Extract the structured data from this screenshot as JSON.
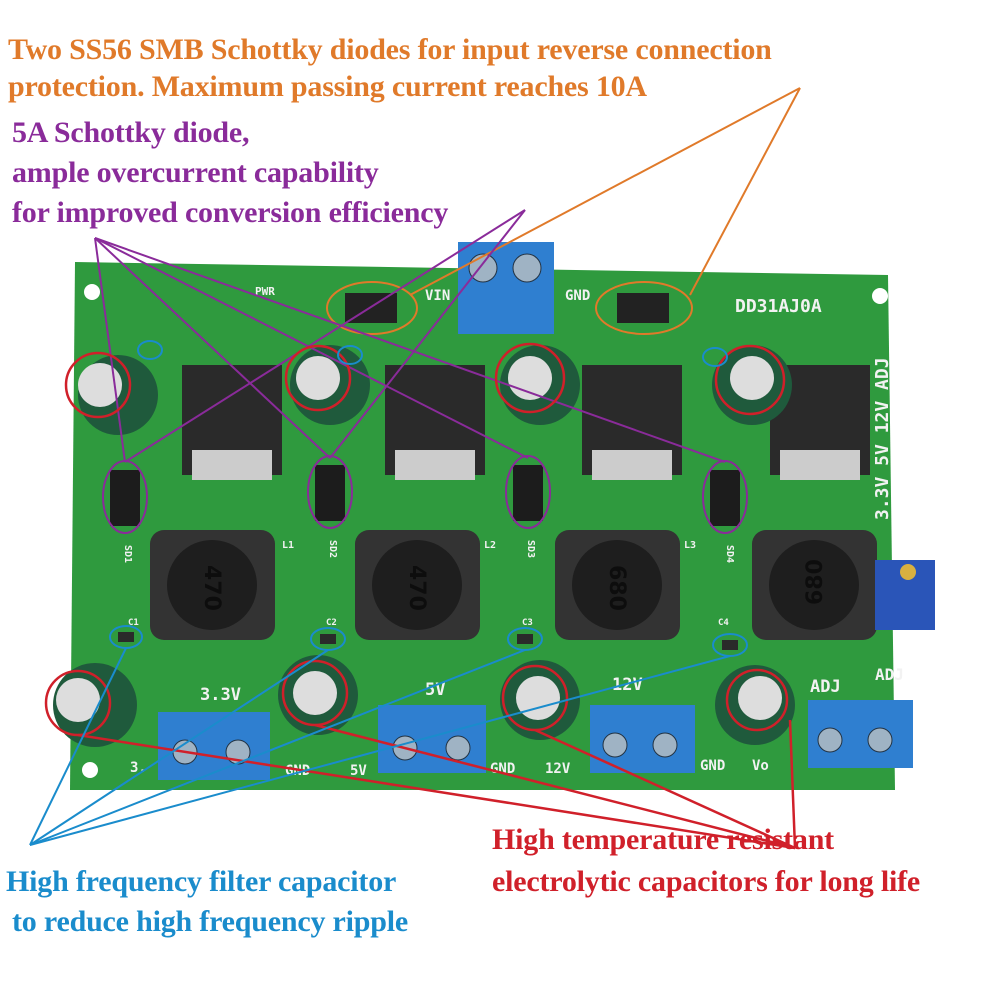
{
  "annotations": {
    "diodes_input": {
      "line1": "Two SS56 SMB Schottky diodes for input reverse connection",
      "line2": "protection. Maximum passing current reaches 10A",
      "color": "#e07a2a"
    },
    "diode_5a": {
      "line1": "5A Schottky diode,",
      "line2": "ample overcurrent capability",
      "line3": "for improved conversion efficiency",
      "color": "#8a2b9a"
    },
    "filter_capacitor": {
      "line1": "High frequency filter capacitor",
      "line2": "to reduce high frequency ripple",
      "color": "#1a8ccc"
    },
    "electrolytic": {
      "line1": "High temperature resistant",
      "line2": "electrolytic capacitors for long life",
      "color": "#d0202a"
    }
  },
  "board": {
    "model": "DD31AJ0A",
    "outputs_side": "3.3V 5V 12V ADJ",
    "vin": "VIN",
    "gnd": "GND",
    "pwr": "PWR",
    "inductors": [
      "470",
      "470",
      "680",
      "680"
    ],
    "diode_refs": [
      "SD1",
      "SD2",
      "SD3",
      "SD4"
    ],
    "inductor_refs": [
      "L1",
      "L2",
      "L3"
    ],
    "cap_refs": [
      "C1",
      "C2",
      "C3",
      "C4"
    ],
    "output_labels": [
      "3.3V",
      "5V",
      "12V",
      "ADJ"
    ],
    "terminal_labels": [
      "3.",
      "GND",
      "5V",
      "GND",
      "12V",
      "GND",
      "Vo"
    ],
    "adj_label": "ADJ",
    "colors": {
      "pcb": "#2f9a3e",
      "terminal": "#2f7fd0",
      "capacitor": "#1f5a3c"
    }
  }
}
